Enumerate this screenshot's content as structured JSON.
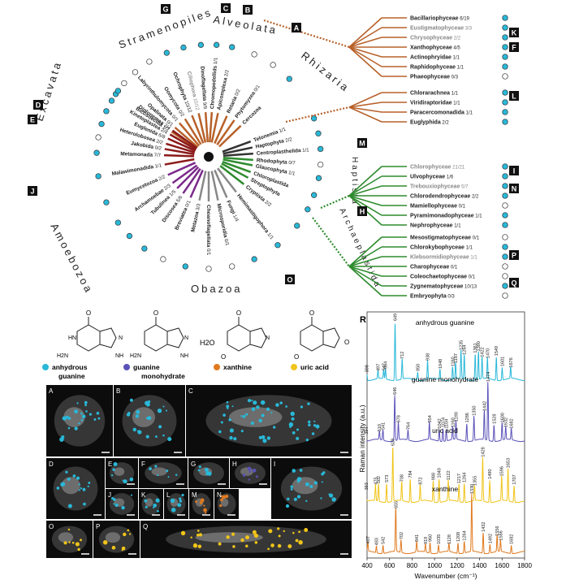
{
  "colors": {
    "anhydrous_guanine": "#29b8d8",
    "guanine_monohydrate": "#5a52b8",
    "xanthine": "#e07a1f",
    "uric_acid": "#f0c419",
    "stramenopiles": "#b8612a",
    "archaeplastida": "#2e8b2e",
    "excavata": "#8b1a1a",
    "amoebozoa": "#7a2a8a",
    "obazoa": "#888888"
  },
  "tree": {
    "supergroups": [
      {
        "id": "stram",
        "text": "Stramenopiles"
      },
      {
        "id": "alv",
        "text": "Alveolata"
      },
      {
        "id": "rhiz",
        "text": "Rhizaria"
      },
      {
        "id": "exc",
        "text": "Excavata"
      },
      {
        "id": "amoe",
        "text": "Amoebozoa"
      },
      {
        "id": "obaz",
        "text": "Obazoa"
      },
      {
        "id": "hapt",
        "text": "Haptista"
      },
      {
        "id": "arch",
        "text": "Archaeplastida"
      }
    ],
    "panel_letters": [
      "A",
      "B",
      "C",
      "D",
      "E",
      "F",
      "G",
      "H",
      "I",
      "J",
      "K",
      "L",
      "M",
      "N",
      "O",
      "P",
      "Q"
    ],
    "groups": [
      {
        "name": "Bicosoecida",
        "count": "1/2"
      },
      {
        "name": "Opalinata",
        "count": "0/1"
      },
      {
        "name": "Labyrinthulomycota",
        "count": "0/1"
      },
      {
        "name": "Oomycota",
        "count": "0/2"
      },
      {
        "name": "Ochrophyta",
        "count": "10/12"
      },
      {
        "name": "Ciliophora",
        "count": "10/12"
      },
      {
        "name": "Dinoflagellata",
        "count": "9/9"
      },
      {
        "name": "Chromopodellids",
        "count": "1/1"
      },
      {
        "name": "Apicomplexa",
        "count": "2/2"
      },
      {
        "name": "Retaria",
        "count": "0/2"
      },
      {
        "name": "Phytomyxea",
        "count": "0/1"
      },
      {
        "name": "Cercozoa",
        "count": ""
      },
      {
        "name": "Telonemia",
        "count": "1/1"
      },
      {
        "name": "Haptophyta",
        "count": "2/2"
      },
      {
        "name": "Centroplasthelida",
        "count": "1/1"
      },
      {
        "name": "Rhodophyta",
        "count": "0/7"
      },
      {
        "name": "Glaucophyta",
        "count": "1/1"
      },
      {
        "name": "Chloroplastida",
        "count": ""
      },
      {
        "name": "Streptophyta",
        "count": ""
      },
      {
        "name": "Cryptista",
        "count": "2/2"
      },
      {
        "name": "Hemimastigophora",
        "count": "1/1"
      },
      {
        "name": "Fungi",
        "count": "1/4"
      },
      {
        "name": "Microsporidia",
        "count": "0/1"
      },
      {
        "name": "Choanoflagellata",
        "count": "0/1"
      },
      {
        "name": "Metazoa",
        "count": "3/3"
      },
      {
        "name": "Breviatea",
        "count": "0/1"
      },
      {
        "name": "Discosea",
        "count": "5/6"
      },
      {
        "name": "Tubulinea",
        "count": "1/5"
      },
      {
        "name": "Archamoebae",
        "count": "2/3"
      },
      {
        "name": "Eumycetozoa",
        "count": "2/2"
      },
      {
        "name": "Malawimonadida",
        "count": "1/1"
      },
      {
        "name": "Metamonada",
        "count": "7/7"
      },
      {
        "name": "Jakobida",
        "count": "0/2"
      },
      {
        "name": "Heterolobosea",
        "count": "2/2"
      },
      {
        "name": "Euglenida",
        "count": "6/8"
      },
      {
        "name": "Kinetoplastea",
        "count": "2/4"
      },
      {
        "name": "Diplonemea",
        "count": "2/4"
      }
    ],
    "right_top": [
      {
        "name": "Bacillariophyceae",
        "count": "6/19",
        "grey": false
      },
      {
        "name": "Eustigmatophyceae",
        "count": "3/3",
        "grey": true
      },
      {
        "name": "Chrysophyceae",
        "count": "2/2",
        "grey": true
      },
      {
        "name": "Xanthophyceae",
        "count": "4/5",
        "grey": false
      },
      {
        "name": "Actinophryidae",
        "count": "1/1",
        "grey": false
      },
      {
        "name": "Raphidophyceae",
        "count": "1/1",
        "grey": false
      },
      {
        "name": "Phaeophyceae",
        "count": "0/3",
        "grey": false
      }
    ],
    "right_mid": [
      {
        "name": "Chlorarachnea",
        "count": "1/1",
        "grey": false
      },
      {
        "name": "Viridiraptoridae",
        "count": "1/1",
        "grey": false
      },
      {
        "name": "Paracercomonadida",
        "count": "1/1",
        "grey": false
      },
      {
        "name": "Euglyphida",
        "count": "2/2",
        "grey": false
      }
    ],
    "right_chloro": [
      {
        "name": "Chlorophyceae",
        "count": "21/21",
        "grey": true
      },
      {
        "name": "Ulvophyceae",
        "count": "1/6",
        "grey": false
      },
      {
        "name": "Trebouxiophyceae",
        "count": "5/7",
        "grey": true
      },
      {
        "name": "Chlorodendrophyceae",
        "count": "2/2",
        "grey": false
      },
      {
        "name": "Mamiellophyceae",
        "count": "0/1",
        "grey": false
      },
      {
        "name": "Pyramimonadophyceae",
        "count": "1/1",
        "grey": false
      },
      {
        "name": "Nephrophyceae",
        "count": "1/1",
        "grey": false
      }
    ],
    "right_strepto": [
      {
        "name": "Mesostigmatophyceae",
        "count": "0/1",
        "grey": false
      },
      {
        "name": "Chlorokybophyceae",
        "count": "1/1",
        "grey": false
      },
      {
        "name": "Klebsormidiophyceae",
        "count": "1/1",
        "grey": true
      },
      {
        "name": "Charophyceae",
        "count": "0/1",
        "grey": false
      },
      {
        "name": "Coleochaetophyceae",
        "count": "0/1",
        "grey": false
      },
      {
        "name": "Zygnematophyceae",
        "count": "10/13",
        "grey": false
      },
      {
        "name": "Embryophyta",
        "count": "0/3",
        "grey": false
      }
    ]
  },
  "chem": {
    "legend": [
      {
        "label": "anhydrous guanine",
        "key": "anhydrous_guanine"
      },
      {
        "label": "guanine monohydrate",
        "key": "guanine_monohydrate"
      },
      {
        "label": "xanthine",
        "key": "xanthine"
      },
      {
        "label": "uric acid",
        "key": "uric_acid"
      }
    ],
    "water": "H2O",
    "atoms": {
      "O": "O",
      "N": "N",
      "H": "H",
      "NH": "NH",
      "HN": "HN",
      "H2N": "H2N"
    }
  },
  "micro_panels": [
    "A",
    "B",
    "C",
    "D",
    "E",
    "F",
    "G",
    "H",
    "I",
    "J",
    "K",
    "L",
    "M",
    "N",
    "O",
    "P",
    "Q"
  ],
  "chart_data": {
    "type": "line",
    "panel_letter": "R",
    "xlabel": "Wavenumber (cm⁻¹)",
    "ylabel": "Raman intensity (a.u.)",
    "xlim": [
      400,
      1800
    ],
    "x_ticks": [
      400,
      600,
      800,
      1000,
      1200,
      1400,
      1600,
      1800
    ],
    "series": [
      {
        "name": "anhydrous guanine",
        "color": "#29b8d8",
        "peaks": [
          [
            398,
            0.12
          ],
          [
            497,
            0.14
          ],
          [
            547,
            0.15
          ],
          [
            564,
            0.18
          ],
          [
            649,
            1.0
          ],
          [
            712,
            0.35
          ],
          [
            850,
            0.14
          ],
          [
            938,
            0.32
          ],
          [
            1048,
            0.18
          ],
          [
            1160,
            0.22
          ],
          [
            1187,
            0.28
          ],
          [
            1235,
            0.5
          ],
          [
            1264,
            0.42
          ],
          [
            1361,
            0.45
          ],
          [
            1390,
            0.48
          ],
          [
            1422,
            0.38
          ],
          [
            1470,
            0.36
          ],
          [
            1549,
            0.4
          ],
          [
            1601,
            0.22
          ],
          [
            1676,
            0.2
          ]
        ],
        "labels": [
          "398",
          "497",
          "547",
          "564",
          "649",
          "712",
          "850",
          "938",
          "1048",
          "1160",
          "1187",
          "1235",
          "1264",
          "1361",
          "1390",
          "1422",
          "1470",
          "1549",
          "1601",
          "1676"
        ]
      },
      {
        "name": "guanine monohydrate",
        "color": "#5a52b8",
        "peaks": [
          [
            394,
            0.1
          ],
          [
            510,
            0.15
          ],
          [
            541,
            0.18
          ],
          [
            646,
            0.78
          ],
          [
            678,
            0.3
          ],
          [
            764,
            0.18
          ],
          [
            954,
            0.3
          ],
          [
            1042,
            0.2
          ],
          [
            1074,
            0.22
          ],
          [
            1104,
            0.2
          ],
          [
            1160,
            0.22
          ],
          [
            1190,
            0.32
          ],
          [
            1286,
            0.3
          ],
          [
            1350,
            0.42
          ],
          [
            1442,
            0.5
          ],
          [
            1474,
            1.0
          ],
          [
            1528,
            0.28
          ],
          [
            1600,
            0.3
          ],
          [
            1632,
            0.22
          ],
          [
            1682,
            0.2
          ]
        ],
        "labels": [
          "394",
          "510",
          "541",
          "646",
          "678",
          "764",
          "954",
          "1042",
          "1074",
          "1104",
          "1160",
          "1190",
          "1286",
          "1350",
          "1442",
          "1474",
          "1528",
          "1600",
          "1632",
          "1682"
        ]
      },
      {
        "name": "uric acid",
        "color": "#f0c419",
        "peaks": [
          [
            393,
            0.2
          ],
          [
            475,
            0.3
          ],
          [
            502,
            0.32
          ],
          [
            573,
            0.34
          ],
          [
            629,
            1.0
          ],
          [
            708,
            0.35
          ],
          [
            784,
            0.42
          ],
          [
            872,
            0.3
          ],
          [
            988,
            0.38
          ],
          [
            1040,
            0.42
          ],
          [
            1122,
            0.38
          ],
          [
            1217,
            0.32
          ],
          [
            1264,
            0.34
          ],
          [
            1355,
            0.28
          ],
          [
            1428,
            0.8
          ],
          [
            1490,
            0.4
          ],
          [
            1596,
            0.45
          ],
          [
            1653,
            0.6
          ],
          [
            1707,
            0.3
          ]
        ],
        "labels": [
          "393",
          "475",
          "502",
          "573",
          "629",
          "708",
          "784",
          "872",
          "988",
          "1040",
          "1122",
          "1217",
          "1264",
          "1355",
          "1428",
          "1490",
          "1596",
          "1653",
          "1707"
        ]
      },
      {
        "name": "xanthine",
        "color": "#e07a1f",
        "peaks": [
          [
            407,
            0.15
          ],
          [
            483,
            0.12
          ],
          [
            542,
            0.14
          ],
          [
            655,
            0.75
          ],
          [
            702,
            0.22
          ],
          [
            841,
            0.18
          ],
          [
            919,
            0.14
          ],
          [
            960,
            0.18
          ],
          [
            1035,
            0.14
          ],
          [
            1128,
            0.14
          ],
          [
            1208,
            0.18
          ],
          [
            1264,
            0.2
          ],
          [
            1330,
            1.0
          ],
          [
            1432,
            0.35
          ],
          [
            1492,
            0.15
          ],
          [
            1556,
            0.28
          ],
          [
            1586,
            0.2
          ],
          [
            1682,
            0.14
          ]
        ],
        "labels": [
          "407",
          "483",
          "542",
          "655",
          "702",
          "841",
          "919",
          "960",
          "1035",
          "1128",
          "1208",
          "1264",
          "1330",
          "1432",
          "1492",
          "1556",
          "1586",
          "1682"
        ]
      }
    ]
  }
}
